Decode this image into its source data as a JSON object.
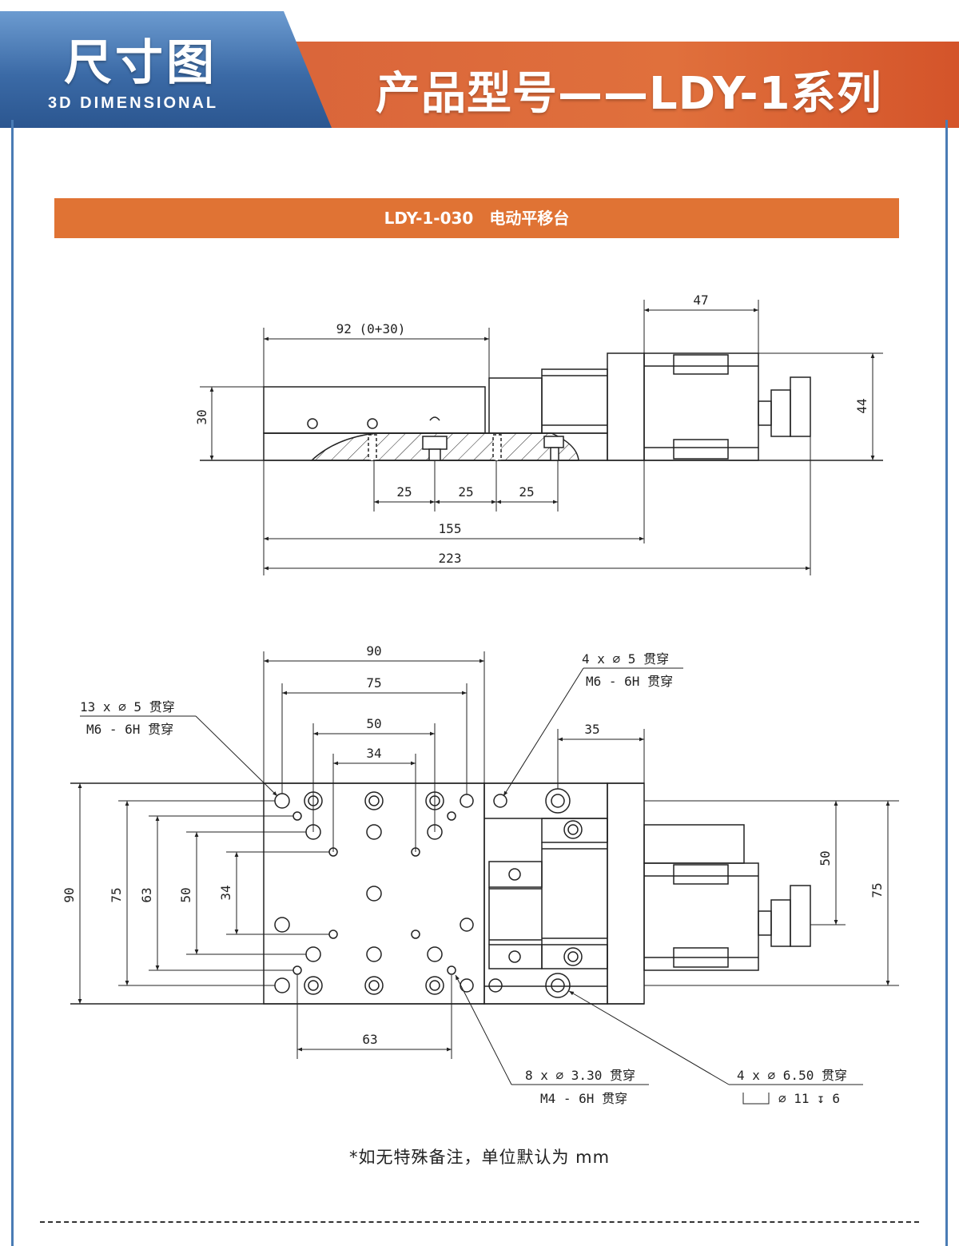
{
  "header": {
    "title_cn": "尺寸图",
    "title_en": "3D DIMENSIONAL",
    "product": "产品型号——LDY-1系列"
  },
  "section": {
    "model_label": "LDY-1-030　电动平移台"
  },
  "side_view": {
    "dim_47": "47",
    "dim_92": "92 (0+30)",
    "dim_30": "30",
    "dim_44": "44",
    "dim_25a": "25",
    "dim_25b": "25",
    "dim_25c": "25",
    "dim_155": "155",
    "dim_223": "223"
  },
  "top_view": {
    "dim_90_top": "90",
    "dim_75_top": "75",
    "dim_50_top": "50",
    "dim_34_top": "34",
    "dim_35": "35",
    "dim_90_left": "90",
    "dim_75_left": "75",
    "dim_63_left": "63",
    "dim_50_left": "50",
    "dim_34_left": "34",
    "dim_50_right": "50",
    "dim_75_right": "75",
    "dim_63_bottom": "63",
    "note_13x_1": "13 x ∅ 5 贯穿",
    "note_13x_2": "M6 - 6H 贯穿",
    "note_4x5_1": "4 x ∅ 5 贯穿",
    "note_4x5_2": "M6 - 6H 贯穿",
    "note_8x_1": "8 x ∅ 3.30 贯穿",
    "note_8x_2": "M4 - 6H 贯穿",
    "note_4x65_1": "4 x ∅ 6.50 贯穿",
    "note_4x65_2": "∅ 11 ↧ 6"
  },
  "footer": {
    "unit_note": "*如无特殊备注，单位默认为 mm"
  },
  "colors": {
    "orange": "#e07334",
    "blue": "#3b6aa6",
    "line": "#222222"
  }
}
